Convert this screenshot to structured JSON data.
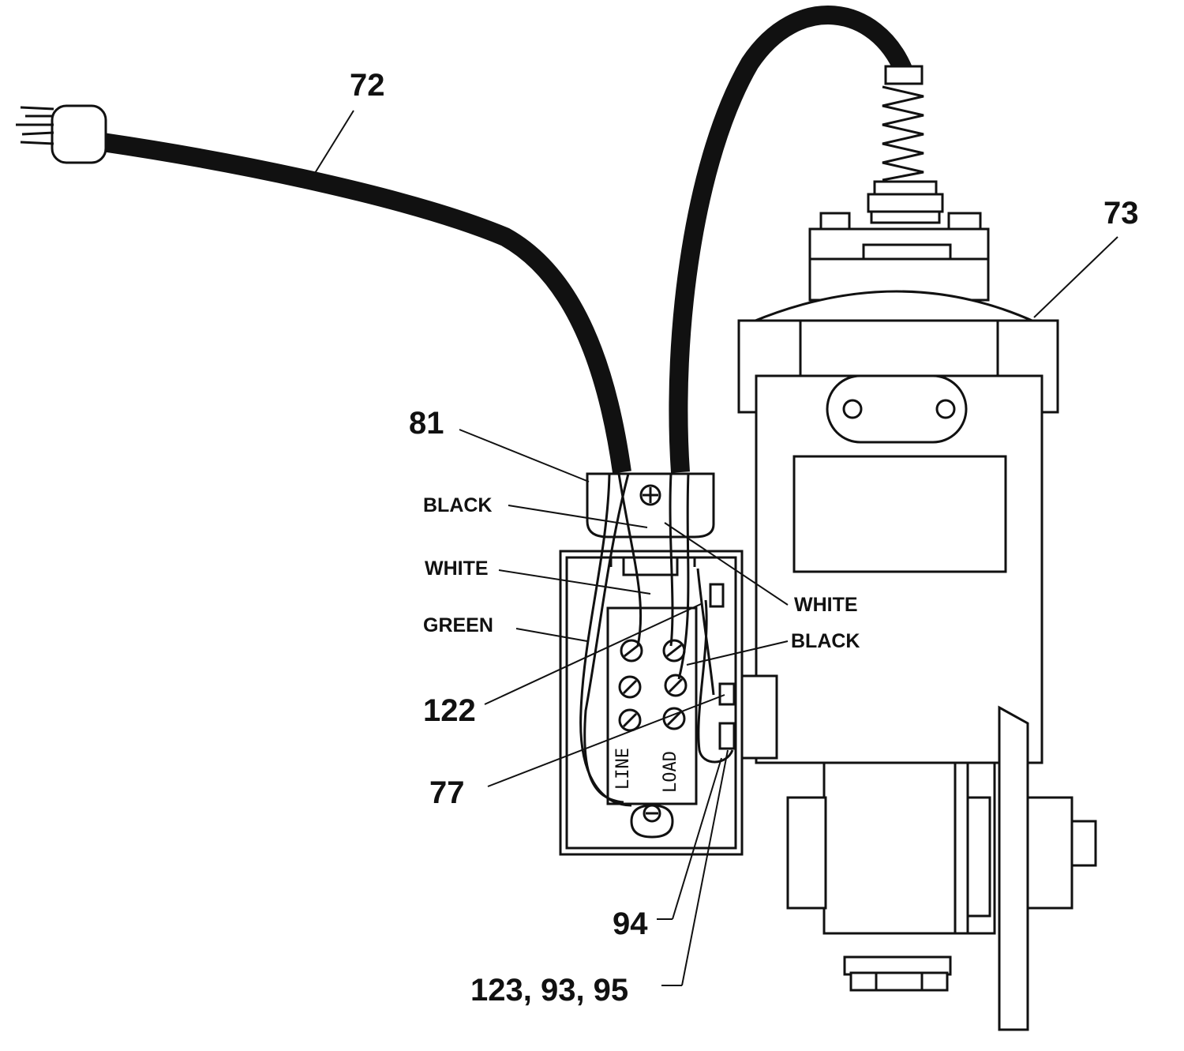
{
  "callouts": {
    "c72": "72",
    "c73": "73",
    "c81": "81",
    "c122": "122",
    "c77": "77",
    "c94": "94",
    "c123": "123, 93, 95"
  },
  "wire_labels": {
    "black_left": "BLACK",
    "white_left": "WHITE",
    "green_left": "GREEN",
    "white_right": "WHITE",
    "black_right": "BLACK"
  },
  "terminals": {
    "line": "LINE",
    "load": "LOAD"
  }
}
